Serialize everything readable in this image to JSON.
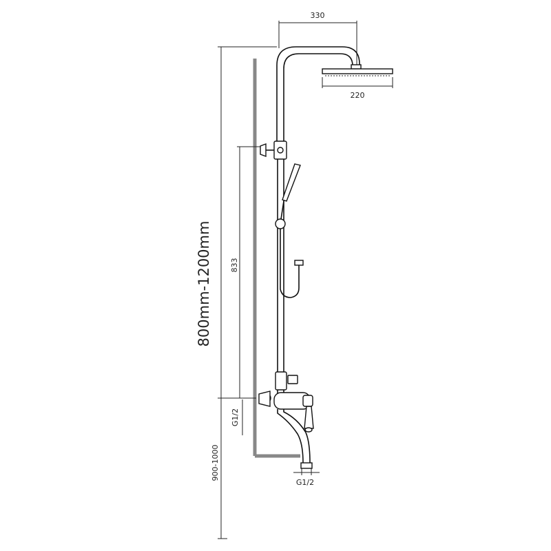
{
  "diagram": {
    "title": "",
    "dimensions": {
      "head_arm_width": "330",
      "head_diameter": "220",
      "total_height": "800mm-1200mm",
      "slide_bar_height": "833",
      "mixer_inlet": "G1/2",
      "mixer_height": "900-1000",
      "spout_outlet": "G1/2"
    }
  }
}
